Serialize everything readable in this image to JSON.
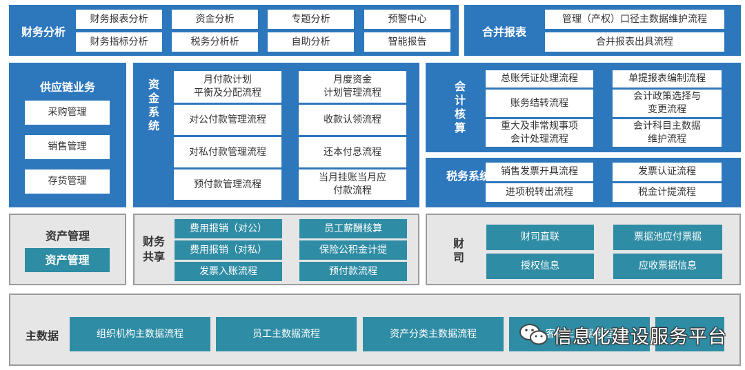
{
  "fin_analysis": {
    "title": "财务分析",
    "items": [
      "财务报表分析",
      "资金分析",
      "专题分析",
      "预警中心",
      "财务指标分析",
      "税务分析析",
      "自助分析",
      "智能报告"
    ]
  },
  "consolidation": {
    "title": "合并报表",
    "items": [
      "管理（产权）口径主数据维护流程",
      "合并报表出具流程"
    ]
  },
  "supply_chain": {
    "title": "供应链业务",
    "items": [
      "采购管理",
      "销售管理",
      "存货管理"
    ]
  },
  "treasury": {
    "title": "资金系统",
    "items": [
      "月付款计划\n平衡及分配流程",
      "月度资金\n计划管理流程",
      "对公付款管理流程",
      "收款认领流程",
      "对私付款管理流程",
      "还本付息流程",
      "预付款管理流程",
      "当月挂账当月应\n付款流程"
    ]
  },
  "accounting": {
    "title": "会计核算",
    "items": [
      "总账凭证处理流程",
      "单提报表编制流程",
      "账务结转流程",
      "会计政策选择与\n变更流程",
      "重大及非常规事项\n会计处理流程",
      "会计科目主数据\n维护流程"
    ]
  },
  "tax": {
    "title": "税务系统",
    "items": [
      "销售发票开具流程",
      "发票认证流程",
      "进项税转出流程",
      "税金计提流程"
    ]
  },
  "assets": {
    "title": "资产管理",
    "item": "资产管理"
  },
  "shared": {
    "title": "财务共享",
    "items": [
      "费用报销（对公）",
      "员工薪酬核算",
      "费用报销（对私）",
      "保险公积金计提",
      "发票入账流程",
      "预付款流程"
    ]
  },
  "fin_company": {
    "title": "财司",
    "items": [
      "财司直联",
      "票据池应付票据",
      "授权信息",
      "应收票据信息"
    ]
  },
  "master_data": {
    "title": "主数据",
    "items": [
      "组织机构主数据流程",
      "员工主数据流程",
      "资产分类主数据流程",
      "客商主数据流程",
      ""
    ]
  },
  "watermark": {
    "text": "信息化建设服务平台",
    "icon": "wechat-icon"
  },
  "colors": {
    "blue_panel": "#2d77bd",
    "teal_box": "#2e8ca4",
    "grey_panel": "#e6e6e6"
  }
}
